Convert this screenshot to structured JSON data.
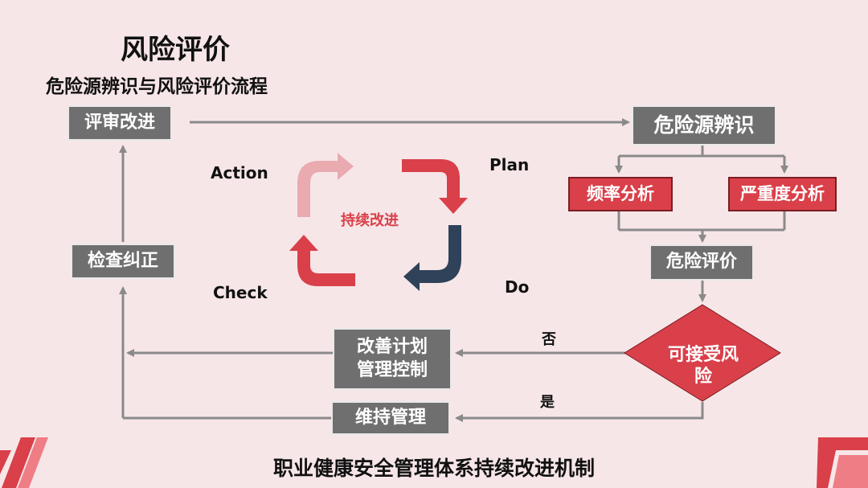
{
  "header": {
    "title": "风险评价",
    "subtitle": "危险源辨识与风险评价流程"
  },
  "nodes": {
    "review_improve": "评审改进",
    "check_correct": "检查纠正",
    "improvement_plan_line1": "改善计划",
    "improvement_plan_line2": "管理控制",
    "maintain_management": "维持管理",
    "hazard_identification": "危险源辨识",
    "frequency_analysis": "频率分析",
    "severity_analysis": "严重度分析",
    "risk_evaluation": "危险评价",
    "acceptable_risk_line1": "可接受风",
    "acceptable_risk_line2": "险"
  },
  "pdca": {
    "action": "Action",
    "plan": "Plan",
    "check": "Check",
    "do": "Do",
    "center": "持续改进"
  },
  "branches": {
    "no": "否",
    "yes": "是"
  },
  "footer": "职业健康安全管理体系持续改进机制",
  "colors": {
    "background": "#f7e6e8",
    "grey_box": "#6f6f6f",
    "red_box": "#d9404a",
    "connector": "#8a8a8a",
    "cycle_pink": "#e9aab0",
    "cycle_red": "#d9404a",
    "cycle_dark": "#2f4259"
  }
}
